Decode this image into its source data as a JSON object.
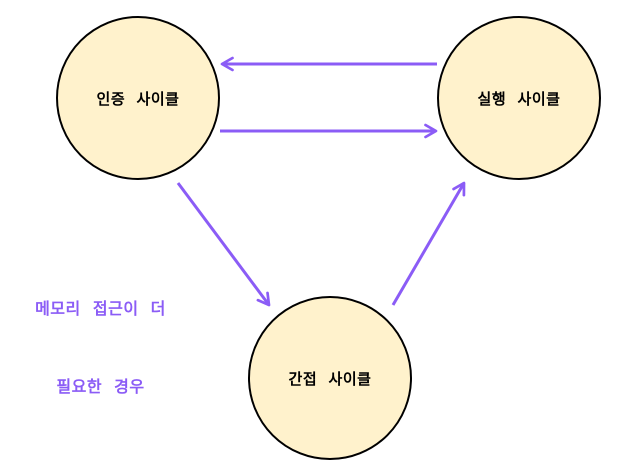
{
  "colors": {
    "node_fill": "#fff2cc",
    "node_stroke": "#000000",
    "arrow": "#8b5cf6",
    "condition_text": "#8b5cf6"
  },
  "nodes": {
    "auth": {
      "label": "인증  사이클"
    },
    "exec": {
      "label": "실행  사이클"
    },
    "indirect": {
      "label": "간접  사이클"
    }
  },
  "condition": {
    "line1": "메모리  접근이  더",
    "line2": "필요한  경우"
  }
}
